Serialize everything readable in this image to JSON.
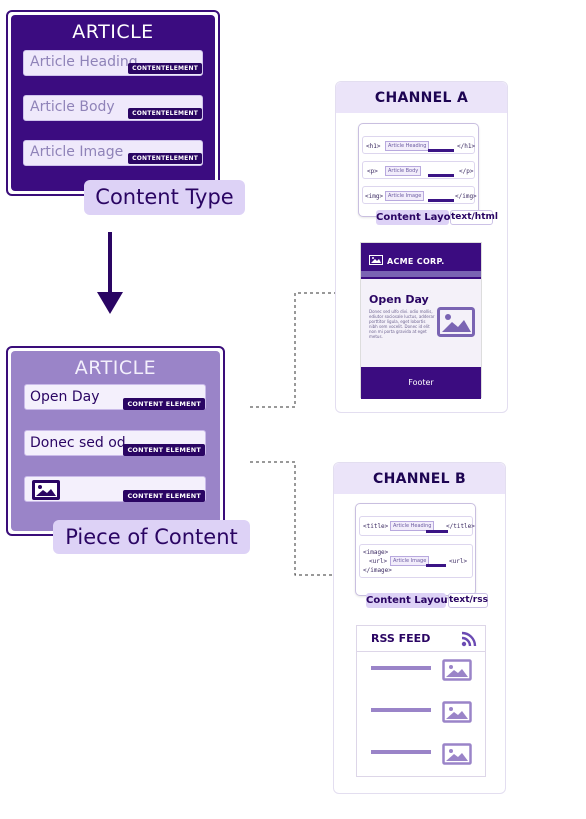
{
  "content_type": {
    "card_title": "ARTICLE",
    "fields": [
      {
        "label": "Article Heading",
        "badge": "CONTENTELEMENT"
      },
      {
        "label": "Article Body",
        "badge": "CONTENTELEMENT"
      },
      {
        "label": "Article Image",
        "badge": "CONTENTELEMENT"
      }
    ],
    "label": "Content Type"
  },
  "piece_of_content": {
    "card_title": "ARTICLE",
    "fields": [
      {
        "value": "Open Day",
        "badge": "CONTENT ELEMENT"
      },
      {
        "value": "Donec sed od...",
        "badge": "CONTENT ELEMENT"
      },
      {
        "value": "",
        "badge": "CONTENT ELEMENT",
        "icon": "image-icon"
      }
    ],
    "label": "Piece of Content"
  },
  "channel_a": {
    "title": "CHANNEL A",
    "layout_rows": [
      {
        "open": "<h1>",
        "field": "Article Heading",
        "close": "</h1>"
      },
      {
        "open": "<p>",
        "field": "Article Body",
        "close": "</p>"
      },
      {
        "open": "<img>",
        "field": "Article Image",
        "close": "</img>"
      }
    ],
    "layout_tag": "Content Layout",
    "mime": "text/html",
    "preview": {
      "brand": "ACME CORP.",
      "heading": "Open Day",
      "body": "Donec sed ulfo divi. odio mollis, ediutor sociosale luctus, adderar porttitor ligula, eget lobortis nibh sem vocelit. Donec id elit non mi porta gravida at eget metus.",
      "footer": "Footer"
    }
  },
  "channel_b": {
    "title": "CHANNEL B",
    "layout_rows": [
      {
        "open": "<title>",
        "field": "Article Heading",
        "close": "</title>"
      },
      {
        "lines": [
          "<image>",
          "<url>",
          "</image>"
        ],
        "field": "Article Image",
        "close": "<url>"
      }
    ],
    "layout_tag": "Content Layout",
    "mime": "text/rss",
    "preview": {
      "title": "RSS FEED",
      "items": 3
    }
  },
  "colors": {
    "dark_purple": "#3b0c80",
    "light_purple": "#ddd2f6",
    "mid_purple": "#9a84c8"
  }
}
